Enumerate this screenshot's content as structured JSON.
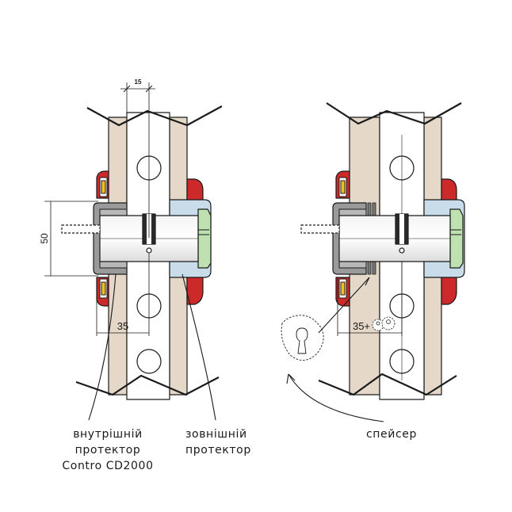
{
  "left_diagram": {
    "dimension_top": "15",
    "dimension_side": "50",
    "dimension_bottom": "35",
    "label_inner": [
      "внутрішній",
      "протектор",
      "Contro CD2000"
    ],
    "label_outer": [
      "зовнішній",
      "протектор"
    ]
  },
  "right_diagram": {
    "dimension_bottom": "35+",
    "label_spacer": "спейсер"
  },
  "colors": {
    "door_panel": "#e5d8c8",
    "inner_protector": "#9a9a9a",
    "outer_protector": "#c9dcea",
    "outer_cap": "#bfe0b0",
    "seal": "#cc2a2a",
    "line": "#1a1a1a"
  }
}
